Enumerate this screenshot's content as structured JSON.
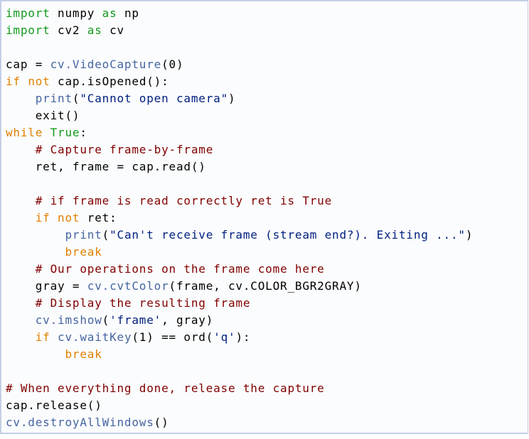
{
  "page": {
    "background_color": "#ffffff",
    "fragment_background_color": "#fbfcfd",
    "fragment_border_color": "#c4cfe5"
  },
  "code": {
    "language": "python",
    "palette": {
      "k": "#149a1e",
      "f": "#e08000",
      "c": "#800000",
      "s": "#002080",
      "l": "#4665a2",
      "p": "#000000"
    },
    "token_names": {
      "k": "code-token-keyword",
      "f": "code-token-flow-keyword",
      "c": "code-token-comment",
      "s": "code-token-string",
      "l": "api-link",
      "p": "code-token-plain"
    },
    "lines": [
      [
        {
          "c": "k",
          "t": "import"
        },
        {
          "c": "p",
          "t": " numpy "
        },
        {
          "c": "k",
          "t": "as"
        },
        {
          "c": "p",
          "t": " np"
        }
      ],
      [
        {
          "c": "k",
          "t": "import"
        },
        {
          "c": "p",
          "t": " cv2 "
        },
        {
          "c": "k",
          "t": "as"
        },
        {
          "c": "p",
          "t": " cv"
        }
      ],
      [],
      [
        {
          "c": "p",
          "t": "cap = "
        },
        {
          "c": "l",
          "t": "cv.VideoCapture"
        },
        {
          "c": "p",
          "t": "(0)"
        }
      ],
      [
        {
          "c": "f",
          "t": "if"
        },
        {
          "c": "p",
          "t": " "
        },
        {
          "c": "f",
          "t": "not"
        },
        {
          "c": "p",
          "t": " cap.isOpened():"
        }
      ],
      [
        {
          "c": "p",
          "t": "    "
        },
        {
          "c": "l",
          "t": "print"
        },
        {
          "c": "p",
          "t": "("
        },
        {
          "c": "s",
          "t": "\"Cannot open camera\""
        },
        {
          "c": "p",
          "t": ")"
        }
      ],
      [
        {
          "c": "p",
          "t": "    exit()"
        }
      ],
      [
        {
          "c": "f",
          "t": "while"
        },
        {
          "c": "p",
          "t": " "
        },
        {
          "c": "k",
          "t": "True"
        },
        {
          "c": "p",
          "t": ":"
        }
      ],
      [
        {
          "c": "p",
          "t": "    "
        },
        {
          "c": "c",
          "t": "# Capture frame-by-frame"
        }
      ],
      [
        {
          "c": "p",
          "t": "    ret, frame = cap.read()"
        }
      ],
      [],
      [
        {
          "c": "p",
          "t": "    "
        },
        {
          "c": "c",
          "t": "# if frame is read correctly ret is True"
        }
      ],
      [
        {
          "c": "p",
          "t": "    "
        },
        {
          "c": "f",
          "t": "if"
        },
        {
          "c": "p",
          "t": " "
        },
        {
          "c": "f",
          "t": "not"
        },
        {
          "c": "p",
          "t": " ret:"
        }
      ],
      [
        {
          "c": "p",
          "t": "        "
        },
        {
          "c": "l",
          "t": "print"
        },
        {
          "c": "p",
          "t": "("
        },
        {
          "c": "s",
          "t": "\"Can't receive frame (stream end?). Exiting ...\""
        },
        {
          "c": "p",
          "t": ")"
        }
      ],
      [
        {
          "c": "p",
          "t": "        "
        },
        {
          "c": "f",
          "t": "break"
        }
      ],
      [
        {
          "c": "p",
          "t": "    "
        },
        {
          "c": "c",
          "t": "# Our operations on the frame come here"
        }
      ],
      [
        {
          "c": "p",
          "t": "    gray = "
        },
        {
          "c": "l",
          "t": "cv.cvtColor"
        },
        {
          "c": "p",
          "t": "(frame, cv.COLOR_BGR2GRAY)"
        }
      ],
      [
        {
          "c": "p",
          "t": "    "
        },
        {
          "c": "c",
          "t": "# Display the resulting frame"
        }
      ],
      [
        {
          "c": "p",
          "t": "    "
        },
        {
          "c": "l",
          "t": "cv.imshow"
        },
        {
          "c": "p",
          "t": "("
        },
        {
          "c": "s",
          "t": "'frame'"
        },
        {
          "c": "p",
          "t": ", gray)"
        }
      ],
      [
        {
          "c": "p",
          "t": "    "
        },
        {
          "c": "f",
          "t": "if"
        },
        {
          "c": "p",
          "t": " "
        },
        {
          "c": "l",
          "t": "cv.waitKey"
        },
        {
          "c": "p",
          "t": "(1) == ord("
        },
        {
          "c": "s",
          "t": "'q'"
        },
        {
          "c": "p",
          "t": "):"
        }
      ],
      [
        {
          "c": "p",
          "t": "        "
        },
        {
          "c": "f",
          "t": "break"
        }
      ],
      [],
      [
        {
          "c": "c",
          "t": "# When everything done, release the capture"
        }
      ],
      [
        {
          "c": "p",
          "t": "cap.release()"
        }
      ],
      [
        {
          "c": "l",
          "t": "cv.destroyAllWindows"
        },
        {
          "c": "p",
          "t": "()"
        }
      ]
    ]
  }
}
